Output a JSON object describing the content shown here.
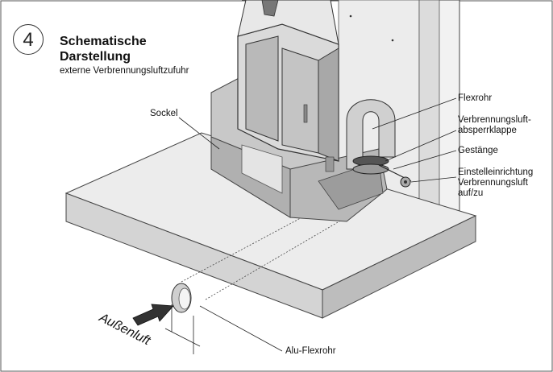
{
  "figure": {
    "number": "4",
    "title_line1": "Schematische",
    "title_line2": "Darstellung",
    "subtitle": "externe Verbrennungsluftzufuhr"
  },
  "labels": {
    "sockel": "Sockel",
    "flexrohr": "Flexrohr",
    "klappe_line1": "Verbrennungsluft-",
    "klappe_line2": "absperrklappe",
    "gestaenge": "Gestänge",
    "einstell_line1": "Einstelleinrichtung",
    "einstell_line2": "Verbrennungsluft",
    "einstell_line3": "auf/zu",
    "alu_flexrohr": "Alu-Flexrohr",
    "aussenluft": "Außenluft"
  }
}
